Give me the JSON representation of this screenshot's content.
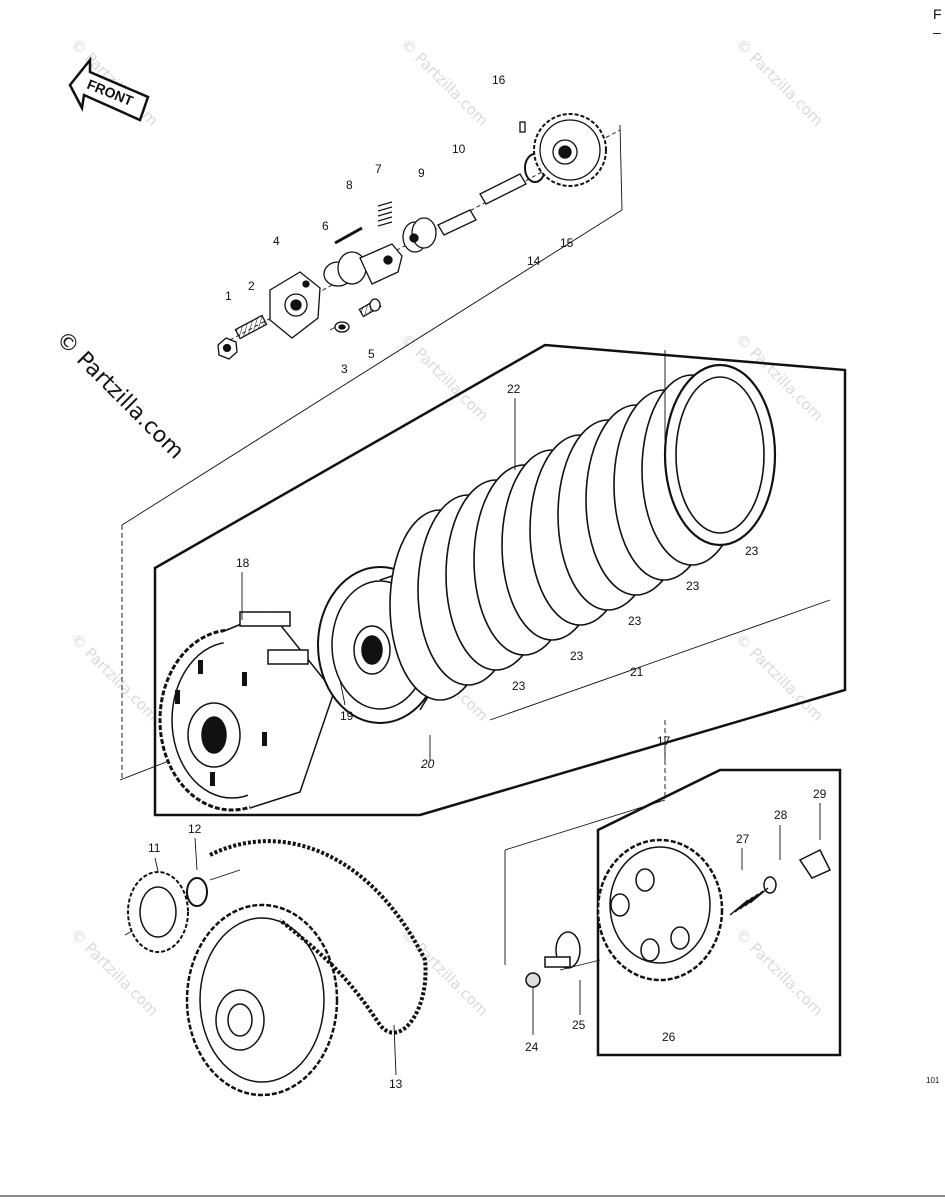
{
  "header": {
    "corner_letter": "F",
    "corner_dash": "–"
  },
  "front_arrow_label": "FRONT",
  "side_watermark": "© Partzilla.com",
  "repeat_watermark": "© Partzilla.com",
  "figure_code": "101",
  "callouts": {
    "c1": "1",
    "c2": "2",
    "c3": "3",
    "c4": "4",
    "c5": "5",
    "c6": "6",
    "c7": "7",
    "c8": "8",
    "c9": "9",
    "c10": "10",
    "c11": "11",
    "c12": "12",
    "c13": "13",
    "c14": "14",
    "c15": "15",
    "c16": "16",
    "c17": "17",
    "c18": "18",
    "c19": "19",
    "c20": "20",
    "c21": "21",
    "c22": "22",
    "c23": "23",
    "c24": "24",
    "c25": "25",
    "c26": "26",
    "c27": "27",
    "c28": "28",
    "c29": "29"
  },
  "colors": {
    "ink": "#111111",
    "watermark": "#d9d9d9",
    "paper": "#ffffff"
  }
}
